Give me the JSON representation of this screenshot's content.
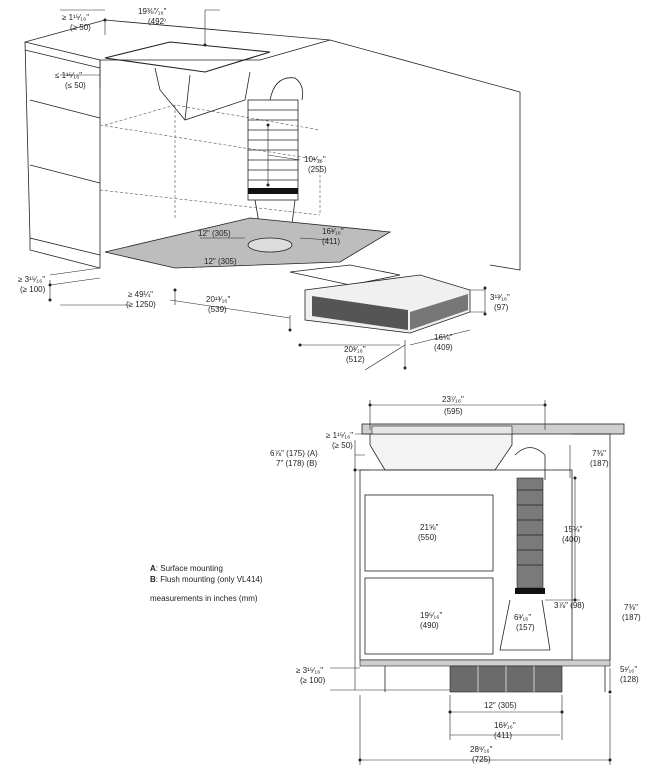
{
  "iso_dims": {
    "d1": "≥ 1¹⁵⁄₁₆\"",
    "d1b": "(≥ 50)",
    "d2": "19⅜\"⁄₁₆\"",
    "d2b": "(492⁾",
    "d3": "≤ 1¹⁵⁄₁₆\"",
    "d3b": "(≤ 50)",
    "d4": "10¹⁄₁₆\"",
    "d4b": "(255)",
    "d5": "12\" (305)",
    "d6": "16³⁄₁₆\"",
    "d6b": "(411)",
    "d7": "12\" (305)",
    "d8": "≥ 3¹⁵⁄₁₆\"",
    "d8b": "(≥ 100)",
    "d9": "≥ 49¼\"",
    "d9b": "(≥ 1250)",
    "d10": "20¹³⁄₁₆\"",
    "d10b": "(539)",
    "d11": "3¹³⁄₁₆\"",
    "d11b": "(97)",
    "d12": "16⅛\"",
    "d12b": "(409)",
    "d13": "20³⁄₁₆\"",
    "d13b": "(512)"
  },
  "front_dims": {
    "f1": "23⁷⁄₁₆\"",
    "f1b": "(595)",
    "f2": "≥ 1¹⁵⁄₁₆\"",
    "f2b": "(≥ 50)",
    "f3": "6⅞\" (175) (A)",
    "f4": "7\" (178) (B)",
    "f5": "7⅜\"",
    "f5b": "(187)",
    "f6": "21⅝\"",
    "f6b": "(550)",
    "f7": "15¾\"",
    "f7b": "(400)",
    "f8": "19⁵⁄₁₆\"",
    "f8b": "(490)",
    "f9": "6³⁄₁₆\"",
    "f9b": "(157)",
    "f10": "3⅞\" (98)",
    "f11": "7⅜\"",
    "f11b": "(187)",
    "f12": "≥ 3¹⁵⁄₁₆\"",
    "f12b": "(≥ 100)",
    "f13": "5¹⁄₁₆\"",
    "f13b": "(128)",
    "f14": "12\" (305)",
    "f15": "16³⁄₁₆\"",
    "f15b": "(411)",
    "f16": "28⁹⁄₁₆\"",
    "f16b": "(725)"
  },
  "legend": {
    "a_key": "A",
    "a_text": ": Surface mounting",
    "b_key": "B",
    "b_text": ": Flush mounting (only VL414)",
    "units": "measurements in inches (mm)"
  }
}
